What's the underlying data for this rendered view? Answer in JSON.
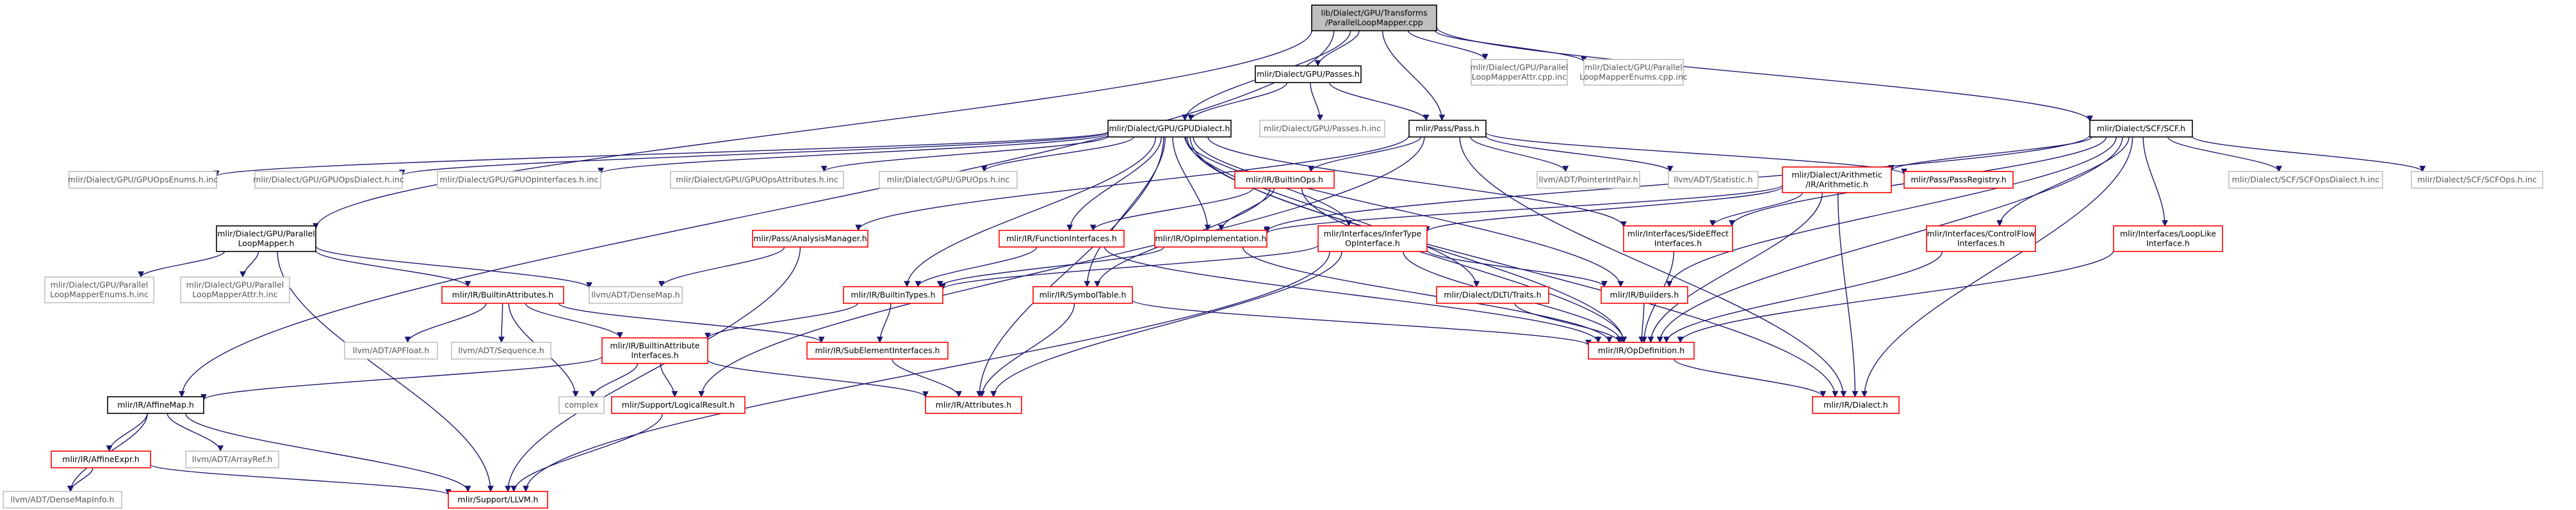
{
  "colors": {
    "root_fill": "#bfbfbf",
    "root_border": "#000000",
    "normal_border": "#000000",
    "error_border": "#ff0000",
    "external_border": "#bfbfbf",
    "external_text": "#555555",
    "edge": "#191970",
    "text": "#000000"
  },
  "nodes": [
    {
      "id": "root",
      "lines": [
        "lib/Dialect/GPU/Transforms",
        "/ParallelLoopMapper.cpp"
      ],
      "kind": "root"
    },
    {
      "id": "gpu_passes",
      "lines": [
        "mlir/Dialect/GPU/Passes.h"
      ],
      "kind": "normal"
    },
    {
      "id": "attr_cpp_inc",
      "lines": [
        "mlir/Dialect/GPU/Parallel",
        "LoopMapperAttr.cpp.inc"
      ],
      "kind": "external"
    },
    {
      "id": "enums_cpp_inc",
      "lines": [
        "mlir/Dialect/GPU/Parallel",
        "LoopMapperEnums.cpp.inc"
      ],
      "kind": "external"
    },
    {
      "id": "gpu_dialect",
      "lines": [
        "mlir/Dialect/GPU/GPUDialect.h"
      ],
      "kind": "normal"
    },
    {
      "id": "gpu_passes_inc",
      "lines": [
        "mlir/Dialect/GPU/Passes.h.inc"
      ],
      "kind": "external"
    },
    {
      "id": "pass_h",
      "lines": [
        "mlir/Pass/Pass.h"
      ],
      "kind": "normal"
    },
    {
      "id": "scf_h",
      "lines": [
        "mlir/Dialect/SCF/SCF.h"
      ],
      "kind": "normal"
    },
    {
      "id": "gpuopsenums",
      "lines": [
        "mlir/Dialect/GPU/GPUOpsEnums.h.inc"
      ],
      "kind": "external"
    },
    {
      "id": "gpuopsdialect",
      "lines": [
        "mlir/Dialect/GPU/GPUOpsDialect.h.inc"
      ],
      "kind": "external"
    },
    {
      "id": "gpuopinterfaces",
      "lines": [
        "mlir/Dialect/GPU/GPUOpInterfaces.h.inc"
      ],
      "kind": "external"
    },
    {
      "id": "gpuopsattrs",
      "lines": [
        "mlir/Dialect/GPU/GPUOpsAttributes.h.inc"
      ],
      "kind": "external"
    },
    {
      "id": "gpuops",
      "lines": [
        "mlir/Dialect/GPU/GPUOps.h.inc"
      ],
      "kind": "external"
    },
    {
      "id": "builtinops",
      "lines": [
        "mlir/IR/BuiltinOps.h"
      ],
      "kind": "error"
    },
    {
      "id": "pointerintpair",
      "lines": [
        "llvm/ADT/PointerIntPair.h"
      ],
      "kind": "external"
    },
    {
      "id": "statistic",
      "lines": [
        "llvm/ADT/Statistic.h"
      ],
      "kind": "external"
    },
    {
      "id": "arith",
      "lines": [
        "mlir/Dialect/Arithmetic",
        "/IR/Arithmetic.h"
      ],
      "kind": "error"
    },
    {
      "id": "passregistry",
      "lines": [
        "mlir/Pass/PassRegistry.h"
      ],
      "kind": "error"
    },
    {
      "id": "scfopsdialect",
      "lines": [
        "mlir/Dialect/SCF/SCFOpsDialect.h.inc"
      ],
      "kind": "external"
    },
    {
      "id": "scfops",
      "lines": [
        "mlir/Dialect/SCF/SCFOps.h.inc"
      ],
      "kind": "external"
    },
    {
      "id": "plm_h",
      "lines": [
        "mlir/Dialect/GPU/Parallel",
        "LoopMapper.h"
      ],
      "kind": "normal"
    },
    {
      "id": "analysismgr",
      "lines": [
        "mlir/Pass/AnalysisManager.h"
      ],
      "kind": "error"
    },
    {
      "id": "funcinterfaces",
      "lines": [
        "mlir/IR/FunctionInterfaces.h"
      ],
      "kind": "error"
    },
    {
      "id": "opimpl",
      "lines": [
        "mlir/IR/OpImplementation.h"
      ],
      "kind": "error"
    },
    {
      "id": "infertype",
      "lines": [
        "mlir/Interfaces/InferType",
        "OpInterface.h"
      ],
      "kind": "error"
    },
    {
      "id": "sideeffect",
      "lines": [
        "mlir/Interfaces/SideEffect",
        "Interfaces.h"
      ],
      "kind": "error"
    },
    {
      "id": "controlflow",
      "lines": [
        "mlir/Interfaces/ControlFlow",
        "Interfaces.h"
      ],
      "kind": "error"
    },
    {
      "id": "looplike",
      "lines": [
        "mlir/Interfaces/LoopLike",
        "Interface.h"
      ],
      "kind": "error"
    },
    {
      "id": "plm_enums_inc",
      "lines": [
        "mlir/Dialect/GPU/Parallel",
        "LoopMapperEnums.h.inc"
      ],
      "kind": "external"
    },
    {
      "id": "plm_attr_inc",
      "lines": [
        "mlir/Dialect/GPU/Parallel",
        "LoopMapperAttr.h.inc"
      ],
      "kind": "external"
    },
    {
      "id": "builtinattrs",
      "lines": [
        "mlir/IR/BuiltinAttributes.h"
      ],
      "kind": "error"
    },
    {
      "id": "densemap",
      "lines": [
        "llvm/ADT/DenseMap.h"
      ],
      "kind": "external"
    },
    {
      "id": "builtintypes",
      "lines": [
        "mlir/IR/BuiltinTypes.h"
      ],
      "kind": "error"
    },
    {
      "id": "symboltable",
      "lines": [
        "mlir/IR/SymbolTable.h"
      ],
      "kind": "error"
    },
    {
      "id": "dltitraits",
      "lines": [
        "mlir/Dialect/DLTI/Traits.h"
      ],
      "kind": "error"
    },
    {
      "id": "builders",
      "lines": [
        "mlir/IR/Builders.h"
      ],
      "kind": "error"
    },
    {
      "id": "apfloat",
      "lines": [
        "llvm/ADT/APFloat.h"
      ],
      "kind": "external"
    },
    {
      "id": "sequence",
      "lines": [
        "llvm/ADT/Sequence.h"
      ],
      "kind": "external"
    },
    {
      "id": "builtinattrinterfaces",
      "lines": [
        "mlir/IR/BuiltinAttribute",
        "Interfaces.h"
      ],
      "kind": "error"
    },
    {
      "id": "subelement",
      "lines": [
        "mlir/IR/SubElementInterfaces.h"
      ],
      "kind": "error"
    },
    {
      "id": "opdefinition",
      "lines": [
        "mlir/IR/OpDefinition.h"
      ],
      "kind": "error"
    },
    {
      "id": "complex",
      "lines": [
        "complex"
      ],
      "kind": "external"
    },
    {
      "id": "logicalresult",
      "lines": [
        "mlir/Support/LogicalResult.h"
      ],
      "kind": "error"
    },
    {
      "id": "attributes",
      "lines": [
        "mlir/IR/Attributes.h"
      ],
      "kind": "error"
    },
    {
      "id": "dialect_h",
      "lines": [
        "mlir/IR/Dialect.h"
      ],
      "kind": "error"
    },
    {
      "id": "affinemap",
      "lines": [
        "mlir/IR/AffineMap.h"
      ],
      "kind": "normal"
    },
    {
      "id": "affineexpr",
      "lines": [
        "mlir/IR/AffineExpr.h"
      ],
      "kind": "error"
    },
    {
      "id": "arrayref",
      "lines": [
        "llvm/ADT/ArrayRef.h"
      ],
      "kind": "external"
    },
    {
      "id": "densemapinfo",
      "lines": [
        "llvm/ADT/DenseMapInfo.h"
      ],
      "kind": "external"
    },
    {
      "id": "llvm_h",
      "lines": [
        "mlir/Support/LLVM.h"
      ],
      "kind": "error"
    }
  ],
  "edges": [
    [
      "root",
      "gpu_passes"
    ],
    [
      "root",
      "attr_cpp_inc"
    ],
    [
      "root",
      "enums_cpp_inc"
    ],
    [
      "root",
      "gpu_dialect"
    ],
    [
      "root",
      "pass_h"
    ],
    [
      "root",
      "scf_h"
    ],
    [
      "root",
      "plm_h"
    ],
    [
      "root",
      "affinemap"
    ],
    [
      "gpu_passes",
      "gpu_dialect"
    ],
    [
      "gpu_passes",
      "gpu_passes_inc"
    ],
    [
      "gpu_passes",
      "pass_h"
    ],
    [
      "gpu_dialect",
      "gpuopsenums"
    ],
    [
      "gpu_dialect",
      "gpuopsdialect"
    ],
    [
      "gpu_dialect",
      "gpuopinterfaces"
    ],
    [
      "gpu_dialect",
      "gpuopsattrs"
    ],
    [
      "gpu_dialect",
      "gpuops"
    ],
    [
      "gpu_dialect",
      "builtintypes"
    ],
    [
      "gpu_dialect",
      "funcinterfaces"
    ],
    [
      "gpu_dialect",
      "opimpl"
    ],
    [
      "gpu_dialect",
      "infertype"
    ],
    [
      "gpu_dialect",
      "sideeffect"
    ],
    [
      "gpu_dialect",
      "symboltable"
    ],
    [
      "gpu_dialect",
      "dltitraits"
    ],
    [
      "gpu_dialect",
      "builders"
    ],
    [
      "gpu_dialect",
      "opdefinition"
    ],
    [
      "gpu_dialect",
      "dialect_h"
    ],
    [
      "gpu_dialect",
      "attributes"
    ],
    [
      "pass_h",
      "builtinops"
    ],
    [
      "pass_h",
      "pointerintpair"
    ],
    [
      "pass_h",
      "statistic"
    ],
    [
      "pass_h",
      "passregistry"
    ],
    [
      "pass_h",
      "analysismgr"
    ],
    [
      "pass_h",
      "logicalresult"
    ],
    [
      "pass_h",
      "dialect_h"
    ],
    [
      "scf_h",
      "arith"
    ],
    [
      "scf_h",
      "scfopsdialect"
    ],
    [
      "scf_h",
      "scfops"
    ],
    [
      "scf_h",
      "sideeffect"
    ],
    [
      "scf_h",
      "controlflow"
    ],
    [
      "scf_h",
      "looplike"
    ],
    [
      "scf_h",
      "builders"
    ],
    [
      "scf_h",
      "opdefinition"
    ],
    [
      "scf_h",
      "dialect_h"
    ],
    [
      "scf_h",
      "opimpl"
    ],
    [
      "builtinops",
      "funcinterfaces"
    ],
    [
      "builtinops",
      "opimpl"
    ],
    [
      "builtinops",
      "symboltable"
    ],
    [
      "builtinops",
      "opdefinition"
    ],
    [
      "arith",
      "opimpl"
    ],
    [
      "arith",
      "infertype"
    ],
    [
      "arith",
      "sideeffect"
    ],
    [
      "arith",
      "opdefinition"
    ],
    [
      "arith",
      "dialect_h"
    ],
    [
      "plm_h",
      "plm_enums_inc"
    ],
    [
      "plm_h",
      "plm_attr_inc"
    ],
    [
      "plm_h",
      "builtinattrs"
    ],
    [
      "plm_h",
      "densemap"
    ],
    [
      "plm_h",
      "llvm_h"
    ],
    [
      "analysismgr",
      "densemap"
    ],
    [
      "analysismgr",
      "llvm_h"
    ],
    [
      "funcinterfaces",
      "builtintypes"
    ],
    [
      "funcinterfaces",
      "opdefinition"
    ],
    [
      "opimpl",
      "builtintypes"
    ],
    [
      "opimpl",
      "opdefinition"
    ],
    [
      "infertype",
      "builtintypes"
    ],
    [
      "infertype",
      "builders"
    ],
    [
      "infertype",
      "opdefinition"
    ],
    [
      "infertype",
      "attributes"
    ],
    [
      "infertype",
      "llvm_h"
    ],
    [
      "sideeffect",
      "opdefinition"
    ],
    [
      "controlflow",
      "opdefinition"
    ],
    [
      "looplike",
      "opdefinition"
    ],
    [
      "builtinattrs",
      "apfloat"
    ],
    [
      "builtinattrs",
      "sequence"
    ],
    [
      "builtinattrs",
      "builtinattrinterfaces"
    ],
    [
      "builtinattrs",
      "subelement"
    ],
    [
      "builtinattrs",
      "complex"
    ],
    [
      "builtintypes",
      "builtinattrinterfaces"
    ],
    [
      "builtintypes",
      "subelement"
    ],
    [
      "symboltable",
      "attributes"
    ],
    [
      "symboltable",
      "opdefinition"
    ],
    [
      "dltitraits",
      "opdefinition"
    ],
    [
      "builders",
      "opdefinition"
    ],
    [
      "builtinattrinterfaces",
      "affinemap"
    ],
    [
      "builtinattrinterfaces",
      "complex"
    ],
    [
      "builtinattrinterfaces",
      "logicalresult"
    ],
    [
      "builtinattrinterfaces",
      "attributes"
    ],
    [
      "subelement",
      "attributes"
    ],
    [
      "opdefinition",
      "dialect_h"
    ],
    [
      "logicalresult",
      "llvm_h"
    ],
    [
      "affinemap",
      "affineexpr"
    ],
    [
      "affinemap",
      "arrayref"
    ],
    [
      "affinemap",
      "densemapinfo"
    ],
    [
      "affinemap",
      "llvm_h"
    ],
    [
      "affineexpr",
      "densemapinfo"
    ],
    [
      "affineexpr",
      "llvm_h"
    ]
  ]
}
